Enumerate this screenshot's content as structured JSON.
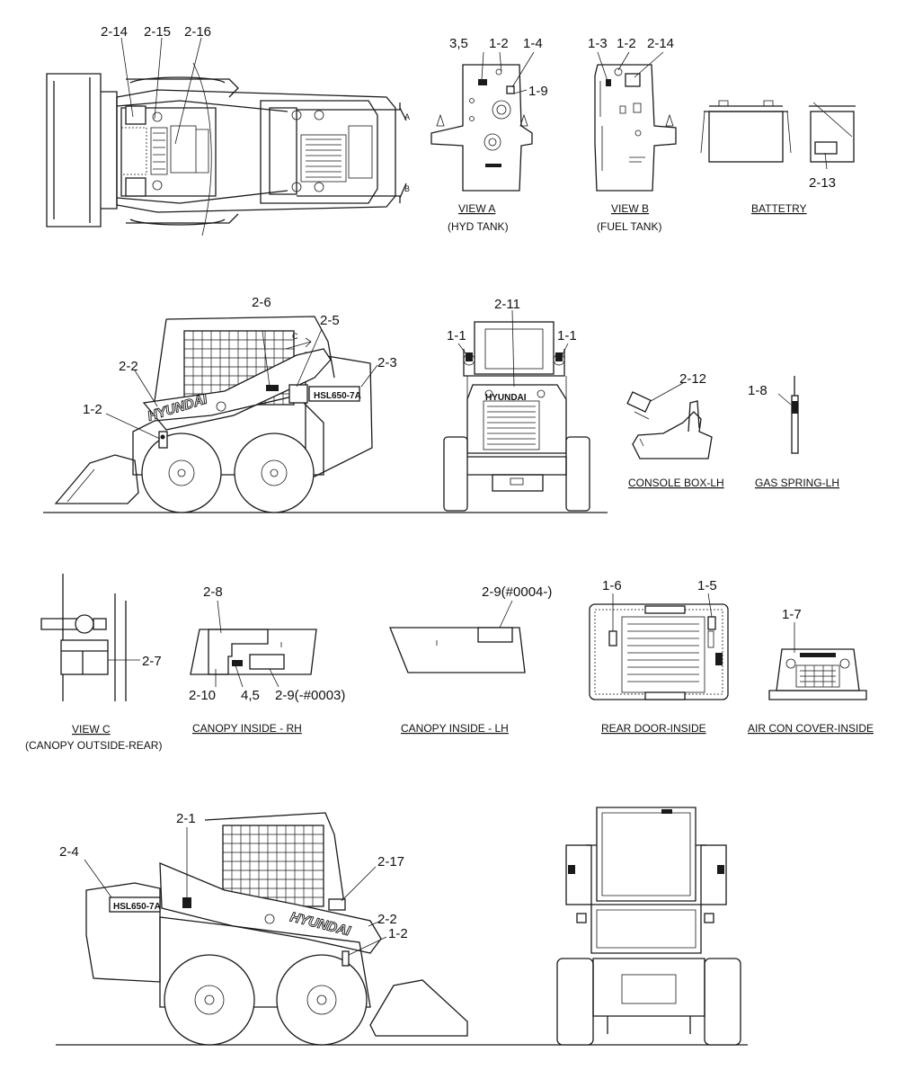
{
  "diagram": {
    "colors": {
      "ink": "#1a1a1a",
      "background": "#ffffff"
    },
    "captions": {
      "view_a": "VIEW A",
      "view_a_sub": "(HYD TANK)",
      "view_b": "VIEW B",
      "view_b_sub": "(FUEL TANK)",
      "battery": "BATTETRY",
      "console": "CONSOLE BOX-LH",
      "gas_spring": "GAS SPRING-LH",
      "view_c": "VIEW C",
      "view_c_sub": "(CANOPY  OUTSIDE-REAR)",
      "canopy_rh": "CANOPY INSIDE - RH",
      "canopy_lh": "CANOPY INSIDE - LH",
      "rear_door": "REAR DOOR-INSIDE",
      "aircon": "AIR CON COVER-INSIDE"
    },
    "arrows": {
      "a": "A",
      "b": "B",
      "c": "C"
    },
    "brand": "HYUNDAI",
    "model": "HSL650-7A",
    "callouts": {
      "top_2_14": "2-14",
      "top_2_15": "2-15",
      "top_2_16": "2-16",
      "va_3_5": "3,5",
      "va_1_2": "1-2",
      "va_1_4": "1-4",
      "va_1_9": "1-9",
      "vb_1_3": "1-3",
      "vb_1_2": "1-2",
      "vb_2_14": "2-14",
      "bat_2_13": "2-13",
      "side_2_6": "2-6",
      "side_2_5": "2-5",
      "side_2_2": "2-2",
      "side_2_3": "2-3",
      "side_1_2": "1-2",
      "front_2_11": "2-11",
      "front_1_1_l": "1-1",
      "front_1_1_r": "1-1",
      "con_2_12": "2-12",
      "gas_1_8": "1-8",
      "vc_2_7": "2-7",
      "rh_2_8": "2-8",
      "rh_2_10": "2-10",
      "rh_4_5": "4,5",
      "rh_2_9": "2-9(-#0003)",
      "lh_2_9": "2-9(#0004-)",
      "rd_1_6": "1-6",
      "rd_1_5": "1-5",
      "ac_1_7": "1-7",
      "bs_2_1": "2-1",
      "bs_2_4": "2-4",
      "bs_2_17": "2-17",
      "bs_2_2": "2-2",
      "bs_1_2": "1-2"
    }
  }
}
